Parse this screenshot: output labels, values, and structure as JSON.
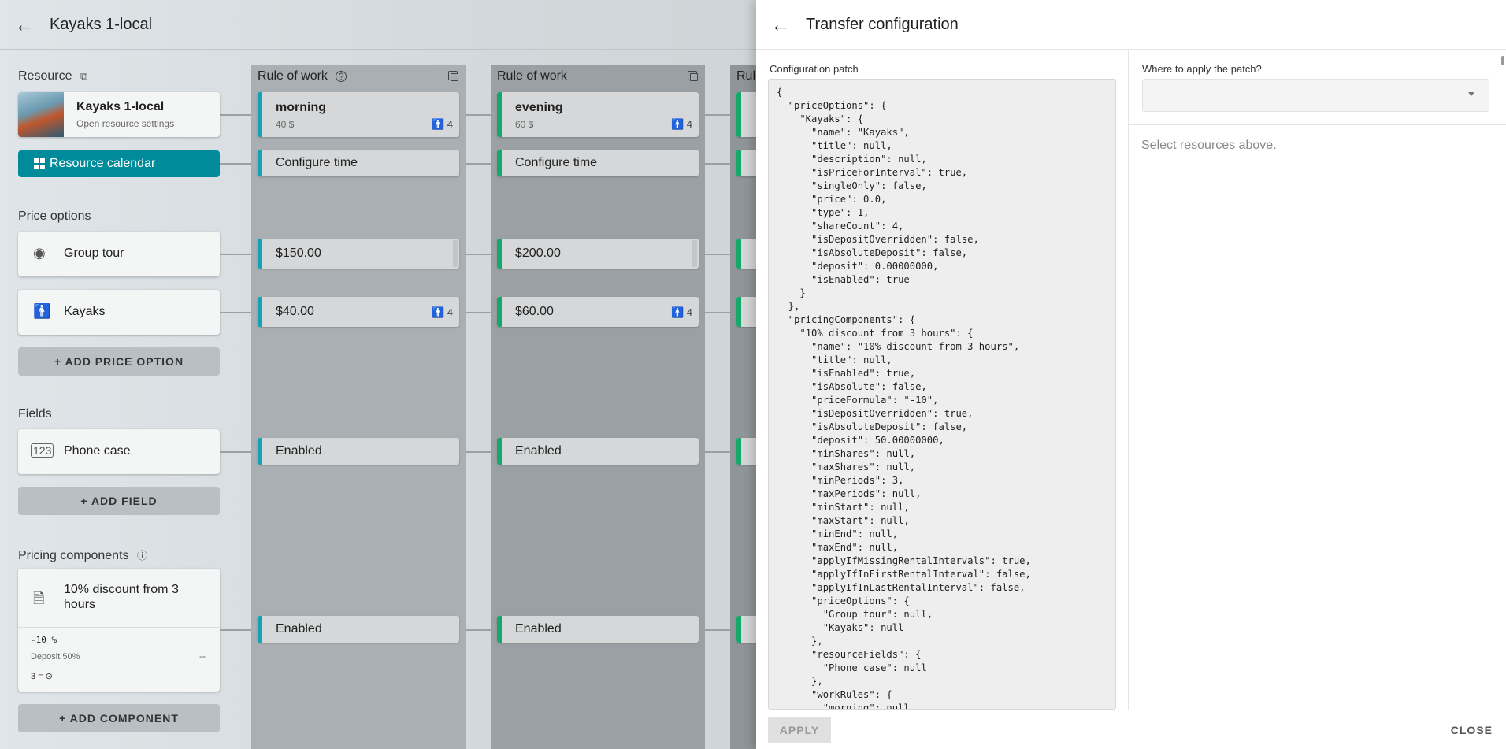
{
  "background": {
    "header_title": "Kayaks 1-local",
    "resource_label": "Resource",
    "resource_name": "Kayaks 1-local",
    "resource_sub": "Open resource settings",
    "calendar_button": "Resource calendar",
    "price_options_label": "Price options",
    "price_options": [
      {
        "label": "Group tour",
        "icon": "radio-target-icon"
      },
      {
        "label": "Kayaks",
        "icon": "person-icon"
      }
    ],
    "add_price_option": "ADD PRICE OPTION",
    "fields_label": "Fields",
    "fields": [
      {
        "label": "Phone case",
        "icon": "numeric-123-icon"
      }
    ],
    "add_field": "ADD FIELD",
    "pricing_components_label": "Pricing components",
    "pricing_component": {
      "title": "10% discount from 3 hours",
      "line1": "-10 %",
      "line2": "Deposit 50%",
      "line3": "3 = ⊙",
      "dash": "--"
    },
    "add_component": "ADD COMPONENT",
    "rule_columns": [
      {
        "title": "Rule of work",
        "accent": "#14a3b4",
        "name": "morning",
        "price_small": "40 $",
        "count": "4",
        "configure": "Configure time",
        "price_group": "$150.00",
        "price_kayaks": "$40.00",
        "price_kayaks_count": "4",
        "field_state": "Enabled",
        "component_state": "Enabled"
      },
      {
        "title": "Rule of work",
        "accent": "#14a86a",
        "name": "evening",
        "price_small": "60 $",
        "count": "4",
        "configure": "Configure time",
        "price_group": "$200.00",
        "price_kayaks": "$60.00",
        "price_kayaks_count": "4",
        "field_state": "Enabled",
        "component_state": "Enabled"
      },
      {
        "title": "Rule",
        "accent": "#14a86a"
      }
    ]
  },
  "dialog": {
    "title": "Transfer configuration",
    "patch_label": "Configuration patch",
    "patch_text": "{\n  \"priceOptions\": {\n    \"Kayaks\": {\n      \"name\": \"Kayaks\",\n      \"title\": null,\n      \"description\": null,\n      \"isPriceForInterval\": true,\n      \"singleOnly\": false,\n      \"price\": 0.0,\n      \"type\": 1,\n      \"shareCount\": 4,\n      \"isDepositOverridden\": false,\n      \"isAbsoluteDeposit\": false,\n      \"deposit\": 0.00000000,\n      \"isEnabled\": true\n    }\n  },\n  \"pricingComponents\": {\n    \"10% discount from 3 hours\": {\n      \"name\": \"10% discount from 3 hours\",\n      \"title\": null,\n      \"isEnabled\": true,\n      \"isAbsolute\": false,\n      \"priceFormula\": \"-10\",\n      \"isDepositOverridden\": true,\n      \"isAbsoluteDeposit\": false,\n      \"deposit\": 50.00000000,\n      \"minShares\": null,\n      \"maxShares\": null,\n      \"minPeriods\": 3,\n      \"maxPeriods\": null,\n      \"minStart\": null,\n      \"maxStart\": null,\n      \"minEnd\": null,\n      \"maxEnd\": null,\n      \"applyIfMissingRentalIntervals\": true,\n      \"applyIfInFirstRentalInterval\": false,\n      \"applyIfInLastRentalInterval\": false,\n      \"priceOptions\": {\n        \"Group tour\": null,\n        \"Kayaks\": null\n      },\n      \"resourceFields\": {\n        \"Phone case\": null\n      },\n      \"workRules\": {\n        \"morning\": null",
    "where_label": "Where to apply the patch?",
    "select_value": "",
    "hint": "Select resources above.",
    "apply_button": "APPLY",
    "close_button": "CLOSE"
  }
}
